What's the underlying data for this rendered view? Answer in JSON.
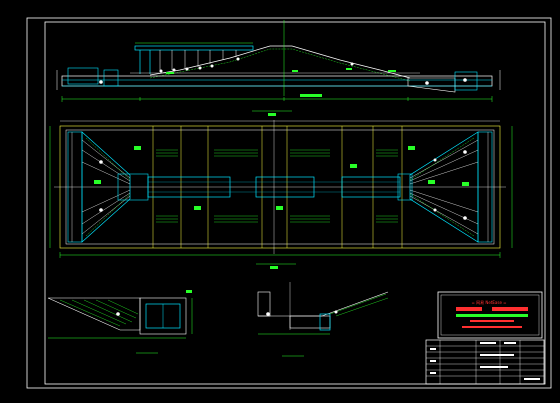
{
  "drawing": {
    "views": {
      "elevation": {
        "caption": "",
        "label_color": "#28ff28"
      },
      "plan": {
        "caption": "",
        "label_color": "#28ff28"
      },
      "section_left": {
        "caption": ""
      },
      "section_right": {
        "caption": ""
      }
    },
    "title_stamp": {
      "brand_text": "= 网易 NetEase =",
      "colors": {
        "border": "#ffffff",
        "brand": "#ff3030",
        "bars": "#ff3030",
        "band": "#28ff28"
      }
    },
    "title_block": {
      "rows": 7,
      "columns": 5
    },
    "colors": {
      "background": "#000000",
      "frame": "#ffffff",
      "outline": "#ffffff",
      "structure": "#00e5ff",
      "dimension": "#28ff28",
      "axis": "#ffff40",
      "hatch": "#28ff28"
    }
  }
}
